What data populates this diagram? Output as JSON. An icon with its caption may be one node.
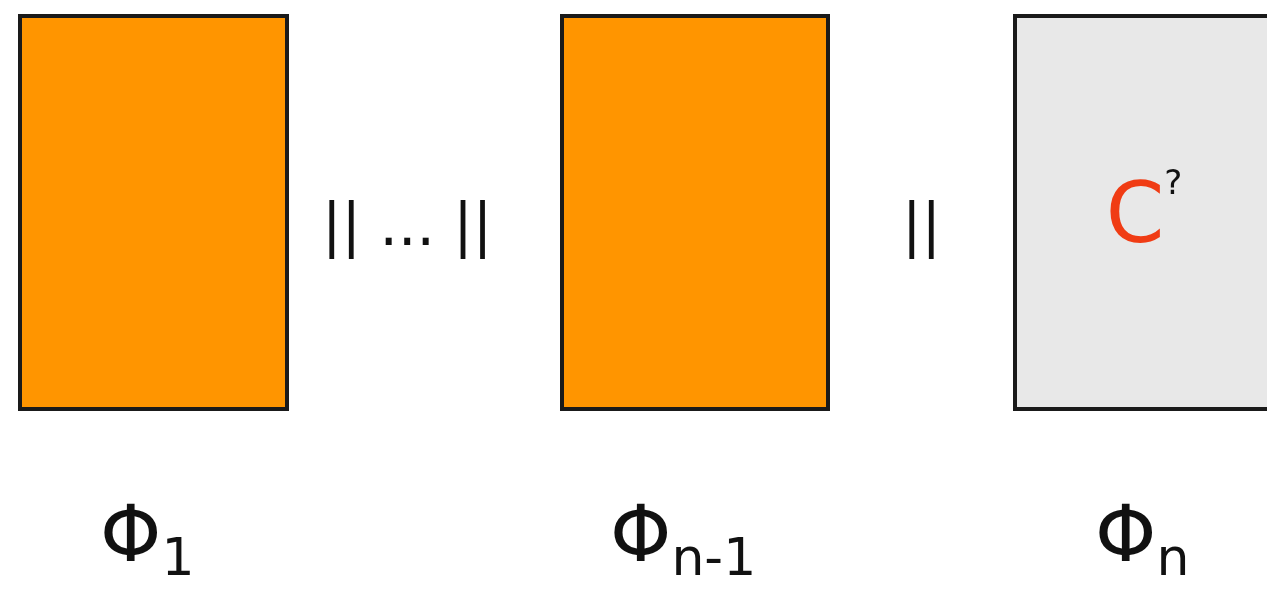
{
  "diagram": {
    "nodes": [
      {
        "text": [],
        "shape": "box",
        "beside": [
          "Φ$_{1}$"
        ]
      },
      {
        "text": [],
        "shape": "box",
        "beside": [
          "Φ$_{n-1}$"
        ]
      },
      {
        "text": [
          "C$^{?}$"
        ],
        "beside": [
          "Φ$_{n}$"
        ]
      }
    ],
    "edges": [],
    "labels": [
      "|| ... ||",
      "||"
    ]
  }
}
